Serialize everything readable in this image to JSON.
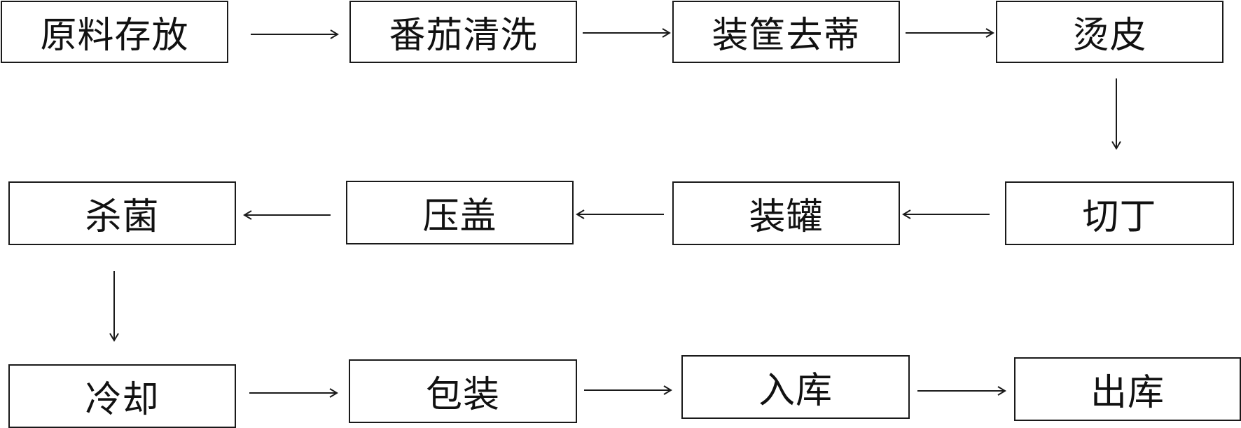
{
  "diagram": {
    "nodes": [
      {
        "id": "n1",
        "label": "原料存放"
      },
      {
        "id": "n2",
        "label": "番茄清洗"
      },
      {
        "id": "n3",
        "label": "装筐去蒂"
      },
      {
        "id": "n4",
        "label": "烫皮"
      },
      {
        "id": "n5",
        "label": "切丁"
      },
      {
        "id": "n6",
        "label": "装罐"
      },
      {
        "id": "n7",
        "label": "压盖"
      },
      {
        "id": "n8",
        "label": "杀菌"
      },
      {
        "id": "n9",
        "label": "冷却"
      },
      {
        "id": "n10",
        "label": "包装"
      },
      {
        "id": "n11",
        "label": "入库"
      },
      {
        "id": "n12",
        "label": "出库"
      }
    ],
    "edges": [
      {
        "from": "n1",
        "to": "n2"
      },
      {
        "from": "n2",
        "to": "n3"
      },
      {
        "from": "n3",
        "to": "n4"
      },
      {
        "from": "n4",
        "to": "n5"
      },
      {
        "from": "n5",
        "to": "n6"
      },
      {
        "from": "n6",
        "to": "n7"
      },
      {
        "from": "n7",
        "to": "n8"
      },
      {
        "from": "n8",
        "to": "n9"
      },
      {
        "from": "n9",
        "to": "n10"
      },
      {
        "from": "n10",
        "to": "n11"
      },
      {
        "from": "n11",
        "to": "n12"
      }
    ],
    "colors": {
      "stroke": "#1a1a1a",
      "text": "#111111",
      "background": "#ffffff"
    }
  }
}
